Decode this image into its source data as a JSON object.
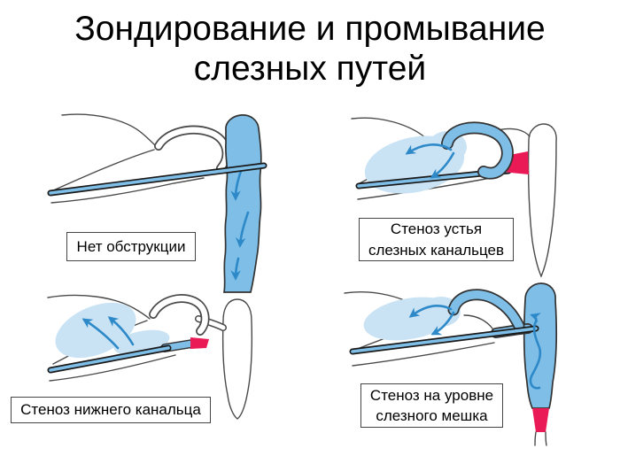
{
  "title": {
    "lines": [
      "Зондирование и промывание",
      "слезных путей"
    ]
  },
  "panels": [
    {
      "name": "no-obstruction",
      "caption_lines": [
        "Нет обструкции"
      ],
      "meaning": "fluid passes freely down the nasolacrimal duct"
    },
    {
      "name": "canaliculi-ostium-stenosis",
      "caption_lines": [
        "Стеноз устья",
        "слезных канальцев"
      ],
      "meaning": "blockage at the opening of the lacrimal canaliculi, reflux through puncta"
    },
    {
      "name": "lower-canaliculus-stenosis",
      "caption_lines": [
        "Стеноз нижнего канальца"
      ],
      "meaning": "blockage of the lower canaliculus, reflux through upper punctum"
    },
    {
      "name": "sac-level-stenosis",
      "caption_lines": [
        "Стеноз на уровне",
        "слезного мешка"
      ],
      "meaning": "blockage below the lacrimal sac, fluid swirls in sac and refluxes"
    }
  ],
  "colors": {
    "fluid_blue": "#7EBEE7",
    "pale_blue": "#C9E3F5",
    "arrow_blue": "#2E89C9",
    "stenosis_red": "#EA1A56",
    "outline_gray": "#4a4a4a",
    "probe_dark": "#1a1a1a",
    "text_color": "#000000",
    "caption_border": "#444444"
  }
}
